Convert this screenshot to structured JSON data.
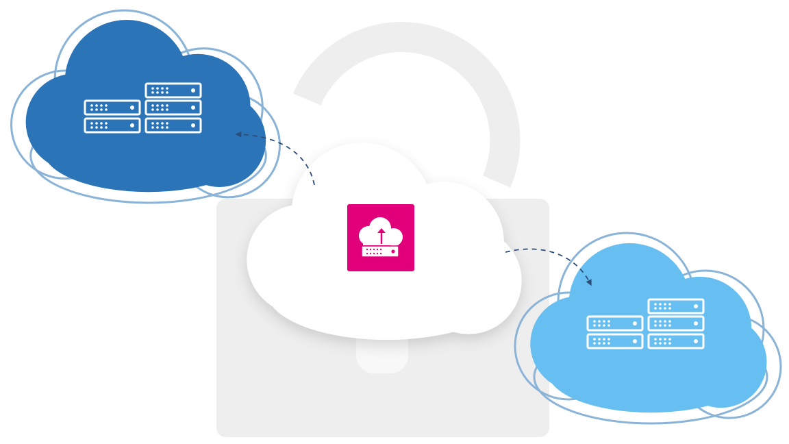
{
  "diagram": {
    "background_color": "#ffffff",
    "padlock": {
      "color": "#eeeeee",
      "state": "unlocked",
      "icon": "padlock-icon"
    },
    "center_cloud": {
      "fill": "#ffffff",
      "icon": "cloud-upload-server-icon",
      "badge_color": "#e2007a"
    },
    "left_cloud": {
      "fill": "#2a74b7",
      "outline": "#8ab3d8",
      "icon": "server-rack-icon"
    },
    "right_cloud": {
      "fill": "#67bff1",
      "outline": "#8ab3d8",
      "icon": "server-rack-icon"
    },
    "connectors": [
      {
        "from": "center_cloud",
        "to": "left_cloud",
        "style": "dashed-arrow",
        "color": "#2b4d7a"
      },
      {
        "from": "center_cloud",
        "to": "right_cloud",
        "style": "dashed-arrow",
        "color": "#2b4d7a"
      }
    ]
  }
}
